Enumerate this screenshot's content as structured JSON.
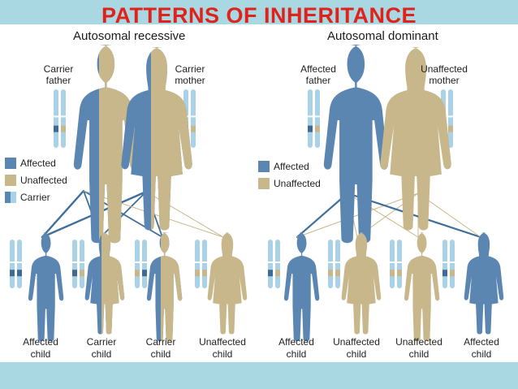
{
  "slide": {
    "title": "PATTERNS OF INHERITANCE",
    "colors": {
      "band": "#a9d8e3",
      "title": "#e0221b"
    }
  },
  "diagram": {
    "colors": {
      "affected": "#5b86b2",
      "unaffected": "#c8b78a",
      "chromosome": "#a9d2e6",
      "line": "#3f6e9b"
    },
    "recessive": {
      "heading": "Autosomal recessive",
      "father": "Carrier\nfather",
      "mother": "Carrier\nmother",
      "legend": [
        "Affected",
        "Unaffected",
        "Carrier"
      ],
      "children": [
        "Affected\nchild",
        "Carrier\nchild",
        "Carrier\nchild",
        "Unaffected\nchild"
      ]
    },
    "dominant": {
      "heading": "Autosomal dominant",
      "father": "Affected\nfather",
      "mother": "Unaffected\nmother",
      "legend": [
        "Affected",
        "Unaffected"
      ],
      "children": [
        "Affected\nchild",
        "Unaffected\nchild",
        "Unaffected\nchild",
        "Affected\nchild"
      ]
    }
  }
}
